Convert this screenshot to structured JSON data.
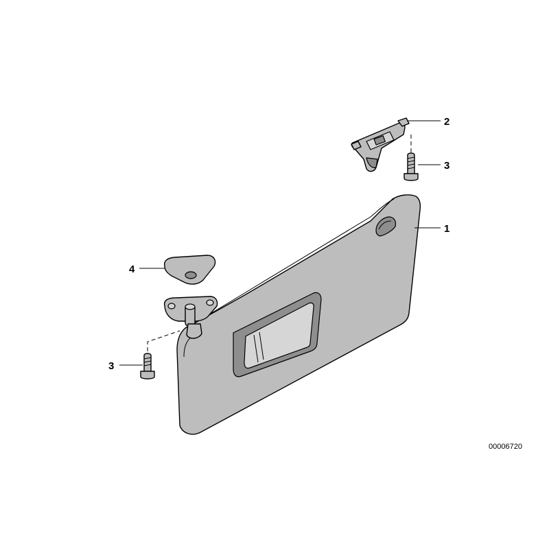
{
  "callouts": [
    {
      "id": "1",
      "text": "1"
    },
    {
      "id": "2",
      "text": "2"
    },
    {
      "id": "3a",
      "text": "3"
    },
    {
      "id": "3b",
      "text": "3"
    },
    {
      "id": "4",
      "text": "4"
    }
  ],
  "document_number": "00006720"
}
